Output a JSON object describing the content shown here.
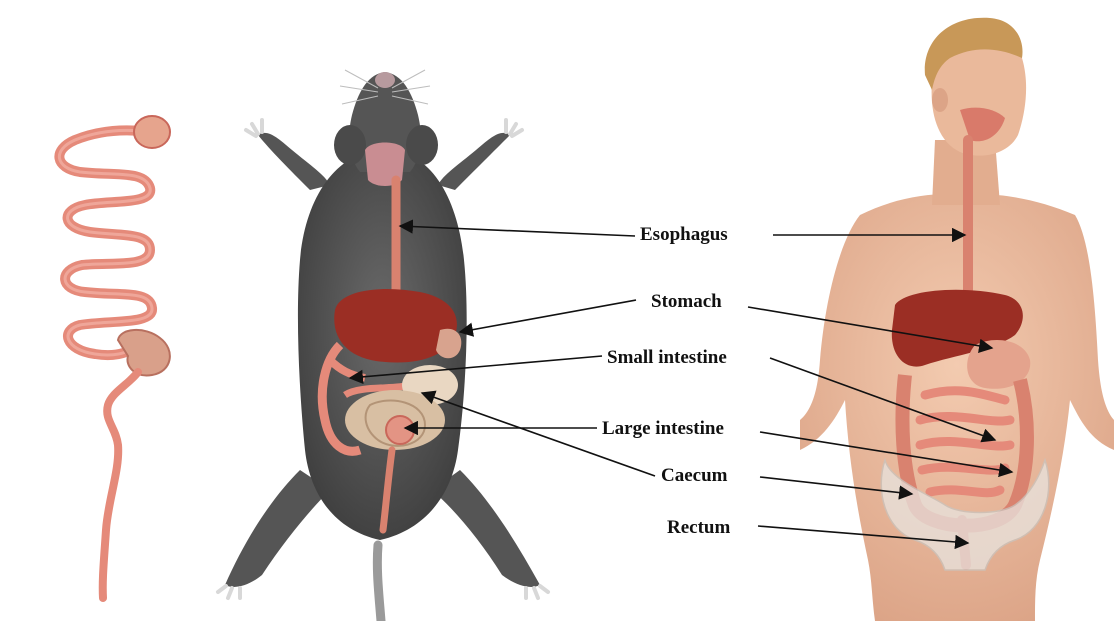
{
  "labels": {
    "esophagus": "Esophagus",
    "stomach": "Stomach",
    "small_intestine": "Small intestine",
    "large_intestine": "Large intestine",
    "caecum": "Caecum",
    "rectum": "Rectum"
  },
  "colors": {
    "tract": "#e58a7a",
    "tract_dark": "#c9675a",
    "mouse_fur": "#5b5b5b",
    "mouse_fur_dark": "#3f3f3f",
    "mouse_paw": "#cfcfcf",
    "liver": "#9b2e24",
    "human_skin": "#eab99b",
    "human_hair": "#c89858",
    "arrow": "#111111",
    "text": "#111111"
  }
}
